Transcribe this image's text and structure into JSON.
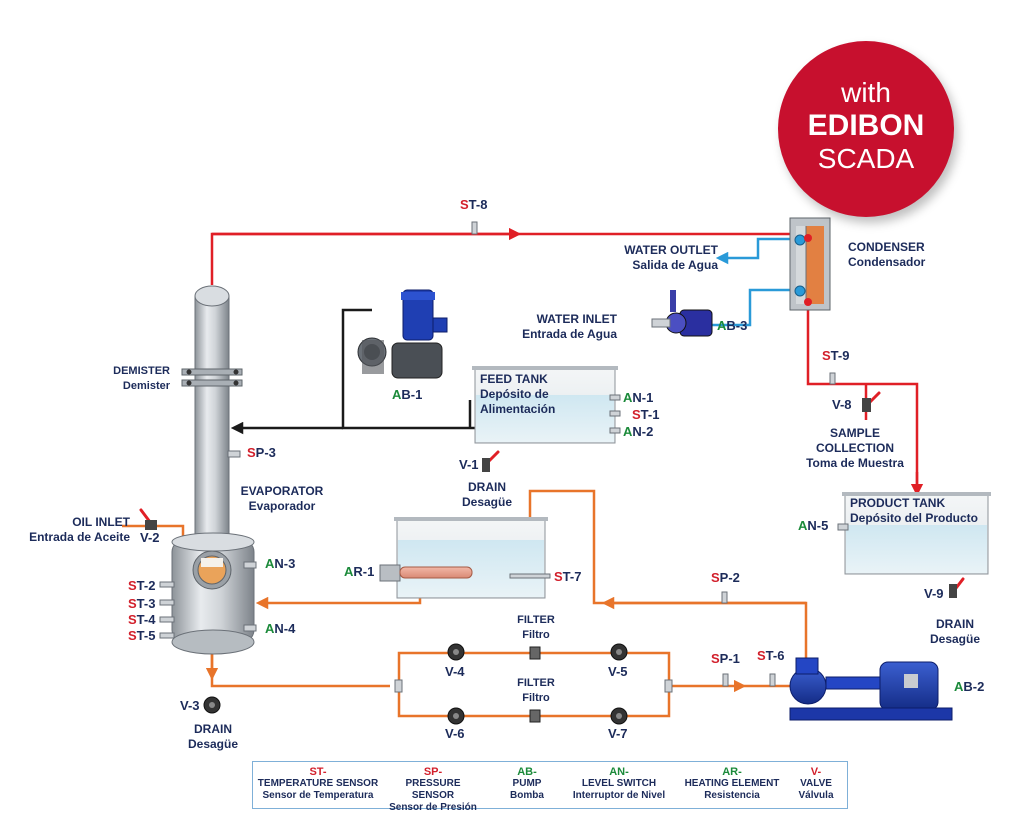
{
  "badge": {
    "line1": "with",
    "line2": "EDIBON",
    "line3": "SCADA"
  },
  "equipment": {
    "condenser": {
      "en": "CONDENSER",
      "es": "Condensador"
    },
    "water_outlet": {
      "en": "WATER OUTLET",
      "es": "Salida de Agua"
    },
    "water_inlet": {
      "en": "WATER INLET",
      "es": "Entrada de Agua"
    },
    "demister": {
      "en": "DEMISTER",
      "es": "Demister"
    },
    "feed_tank": {
      "en": "FEED TANK",
      "es1": "Depósito de",
      "es2": "Alimentación"
    },
    "evaporator": {
      "en": "EVAPORATOR",
      "es": "Evaporador"
    },
    "oil_inlet": {
      "en": "OIL INLET",
      "es": "Entrada de Aceite"
    },
    "drain_v1": {
      "en": "DRAIN",
      "es": "Desagüe"
    },
    "drain_v3": {
      "en": "DRAIN",
      "es": "Desagüe"
    },
    "drain_v9": {
      "en": "DRAIN",
      "es": "Desagüe"
    },
    "sample": {
      "en1": "SAMPLE",
      "en2": "COLLECTION",
      "es": "Toma de Muestra"
    },
    "product_tank": {
      "en": "PRODUCT TANK",
      "es": "Depósito del Producto"
    },
    "filter_top": {
      "en": "FILTER",
      "es": "Filtro"
    },
    "filter_bottom": {
      "en": "FILTER",
      "es": "Filtro"
    }
  },
  "tags": {
    "st8": {
      "p": "S",
      "t": "T-8"
    },
    "st9": {
      "p": "S",
      "t": "T-9"
    },
    "st1": {
      "p": "S",
      "t": "T-1"
    },
    "st2": {
      "p": "S",
      "t": "T-2"
    },
    "st3": {
      "p": "S",
      "t": "T-3"
    },
    "st4": {
      "p": "S",
      "t": "T-4"
    },
    "st5": {
      "p": "S",
      "t": "T-5"
    },
    "st6": {
      "p": "S",
      "t": "T-6"
    },
    "st7": {
      "p": "S",
      "t": "T-7"
    },
    "sp1": {
      "p": "S",
      "t": "P-1"
    },
    "sp2": {
      "p": "S",
      "t": "P-2"
    },
    "sp3": {
      "p": "S",
      "t": "P-3"
    },
    "ab1": {
      "p": "A",
      "t": "B-1"
    },
    "ab2": {
      "p": "A",
      "t": "B-2"
    },
    "ab3": {
      "p": "A",
      "t": "B-3"
    },
    "an1": {
      "p": "A",
      "t": "N-1"
    },
    "an2": {
      "p": "A",
      "t": "N-2"
    },
    "an3": {
      "p": "A",
      "t": "N-3"
    },
    "an4": {
      "p": "A",
      "t": "N-4"
    },
    "an5": {
      "p": "A",
      "t": "N-5"
    },
    "ar1": {
      "p": "A",
      "t": "R-1"
    },
    "v1": "V-1",
    "v2": "V-2",
    "v3": "V-3",
    "v4": "V-4",
    "v5": "V-5",
    "v6": "V-6",
    "v7": "V-7",
    "v8": "V-8",
    "v9": "V-9"
  },
  "legend": [
    {
      "code": "ST-",
      "en": "TEMPERATURE SENSOR",
      "es": "Sensor de Temperatura",
      "color": "#d21f2b"
    },
    {
      "code": "SP-",
      "en": "PRESSURE SENSOR",
      "es": "Sensor de Presión",
      "color": "#d21f2b"
    },
    {
      "code": "AB-",
      "en": "PUMP",
      "es": "Bomba",
      "color": "#1b8a3a"
    },
    {
      "code": "AN-",
      "en": "LEVEL SWITCH",
      "es": "Interruptor de Nivel",
      "color": "#1b8a3a"
    },
    {
      "code": "AR-",
      "en": "HEATING ELEMENT",
      "es": "Resistencia",
      "color": "#1b8a3a"
    },
    {
      "code": "V-",
      "en": "VALVE",
      "es": "Válvula",
      "color": "#d21f2b"
    }
  ],
  "colors": {
    "vapor_line": "#e01f26",
    "oil_line": "#e8742a",
    "water_line": "#2a9ad8",
    "process_line": "#1a1a1a",
    "badge": "#c7102e",
    "label_text": "#1c2b5a",
    "sensor_prefix": "#d21f2b",
    "actuator_prefix": "#1b8a3a"
  }
}
